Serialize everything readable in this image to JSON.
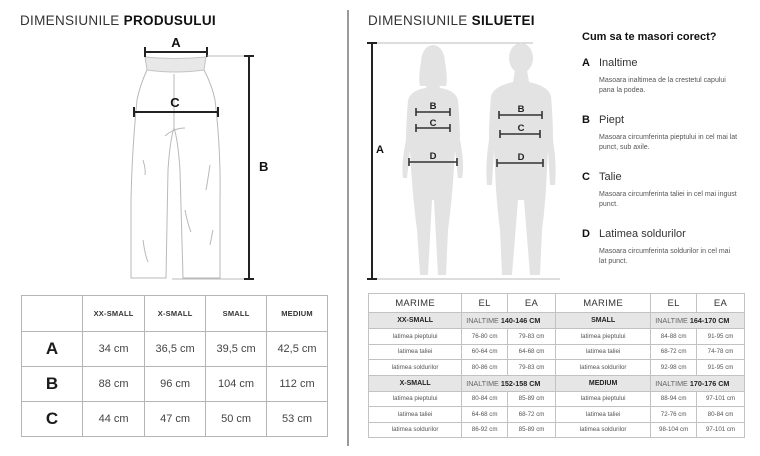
{
  "product": {
    "title_light": "DIMENSIUNILE ",
    "title_bold": "PRODUSULUI",
    "labels": {
      "a": "A",
      "b": "B",
      "c": "C"
    },
    "table": {
      "columns": [
        "",
        "XX-SMALL",
        "X-SMALL",
        "SMALL",
        "MEDIUM"
      ],
      "rows": [
        {
          "label": "A",
          "values": [
            "34 cm",
            "36,5 cm",
            "39,5 cm",
            "42,5 cm"
          ]
        },
        {
          "label": "B",
          "values": [
            "88 cm",
            "96 cm",
            "104 cm",
            "112 cm"
          ]
        },
        {
          "label": "C",
          "values": [
            "44 cm",
            "47 cm",
            "50 cm",
            "53 cm"
          ]
        }
      ]
    }
  },
  "silhouette": {
    "title_light": "DIMENSIUNILE ",
    "title_bold": "SILUETEI",
    "labels": {
      "a": "A",
      "b": "B",
      "c": "C",
      "d": "D"
    },
    "header": {
      "size": "MARIME",
      "el": "EL",
      "ea": "EA"
    },
    "height_prefix": "INALTIME ",
    "left_table": [
      {
        "size": "XX-SMALL",
        "height": "140-146 CM",
        "rows": [
          {
            "label": "latimea pieptului",
            "el": "76-80 cm",
            "ea": "79-83 cm"
          },
          {
            "label": "latimea taliei",
            "el": "60-64 cm",
            "ea": "64-68 cm"
          },
          {
            "label": "latimea soldurilor",
            "el": "80-86 cm",
            "ea": "79-83 cm"
          }
        ]
      },
      {
        "size": "X-SMALL",
        "height": "152-158 CM",
        "rows": [
          {
            "label": "latimea pieptului",
            "el": "80-84 cm",
            "ea": "85-89 cm"
          },
          {
            "label": "latimea taliei",
            "el": "64-68 cm",
            "ea": "68-72 cm"
          },
          {
            "label": "latimea soldurilor",
            "el": "86-92 cm",
            "ea": "85-89 cm"
          }
        ]
      }
    ],
    "right_table": [
      {
        "size": "SMALL",
        "height": "164-170 CM",
        "rows": [
          {
            "label": "latimea pieptului",
            "el": "84-88 cm",
            "ea": "91-95 cm"
          },
          {
            "label": "latimea taliei",
            "el": "68-72 cm",
            "ea": "74-78 cm"
          },
          {
            "label": "latimea soldurilor",
            "el": "92-98 cm",
            "ea": "91-95 cm"
          }
        ]
      },
      {
        "size": "MEDIUM",
        "height": "170-176 CM",
        "rows": [
          {
            "label": "latimea pieptului",
            "el": "88-94 cm",
            "ea": "97-101 cm"
          },
          {
            "label": "latimea taliei",
            "el": "72-76 cm",
            "ea": "80-84 cm"
          },
          {
            "label": "latimea soldurilor",
            "el": "98-104 cm",
            "ea": "97-101 cm"
          }
        ]
      }
    ]
  },
  "howto": {
    "title": "Cum sa te masori corect?",
    "items": [
      {
        "letter": "A",
        "name": "Inaltime",
        "desc": "Masoara inaltimea de la crestetul capului pana la podea."
      },
      {
        "letter": "B",
        "name": "Piept",
        "desc": "Masoara circumferinta pieptului in cel mai lat punct, sub axile."
      },
      {
        "letter": "C",
        "name": "Talie",
        "desc": "Masoara circumferinta taliei in cel mai ingust punct."
      },
      {
        "letter": "D",
        "name": "Latimea soldurilor",
        "desc": "Masoara circumferinta soldurilor in cel mai lat punct."
      }
    ]
  }
}
